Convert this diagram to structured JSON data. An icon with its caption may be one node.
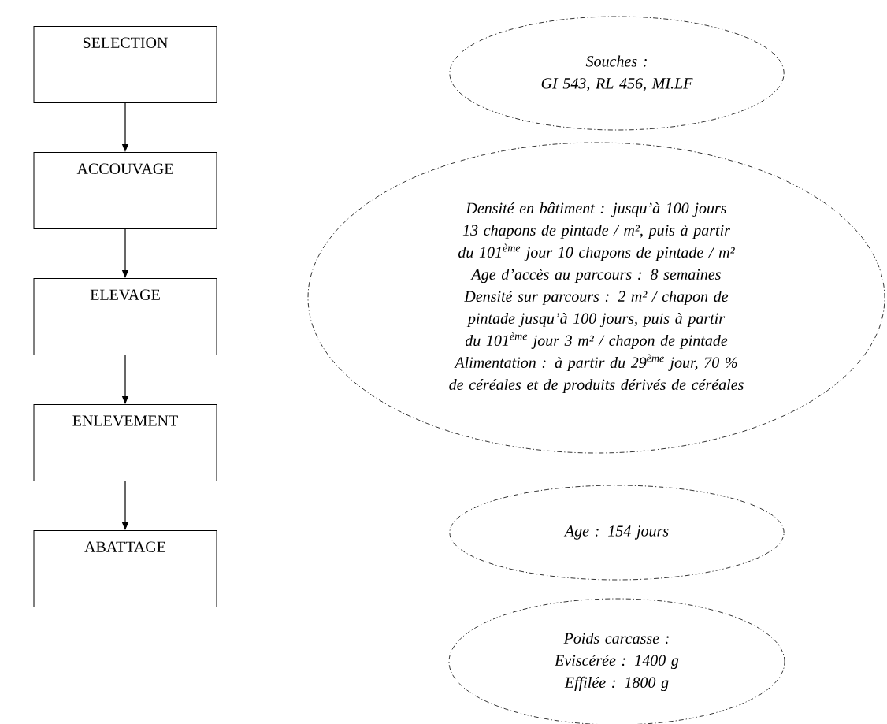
{
  "diagram": {
    "nodes": [
      {
        "text": [
          "SELECTION"
        ]
      },
      {
        "text": [
          "ACCOUVAGE"
        ]
      },
      {
        "text": [
          "ELEVAGE"
        ]
      },
      {
        "text": [
          "ENLEVEMENT"
        ]
      },
      {
        "text": [
          "ABATTAGE"
        ]
      },
      {
        "text": [
          "Souches :",
          "GI 543, RL 456, MI.LF"
        ]
      },
      {
        "text": [
          "Densité en bâtiment : jusqu’à 100 jours 13 chapons de pintade / m², puis à partir du 101$^{ème}$ jour 10 chapons de pintade / m²",
          "Age d’accès au parcours : 8 semaines",
          "Densité sur parcours : 2 m² / chapon de pintade jusqu’à 100 jours, puis à partir du 101$^{ème}$ jour 3 m² / chapon de pintade",
          "Alimentation : à partir du 29$^{ème}$ jour, 70 % de céréales et de produits dérivés de céréales"
        ]
      },
      {
        "text": [
          "Age : 154 jours"
        ]
      },
      {
        "text": [
          "Poids carcasse :",
          "Eviscérée : 1400 g",
          "Effilée : 1800 g"
        ]
      }
    ],
    "edges": [
      {
        "from": 0,
        "to": 1,
        "arrow": "to"
      },
      {
        "from": 1,
        "to": 2,
        "arrow": "to"
      },
      {
        "from": 2,
        "to": 3,
        "arrow": "to"
      },
      {
        "from": 3,
        "to": 4,
        "arrow": "to"
      }
    ]
  }
}
